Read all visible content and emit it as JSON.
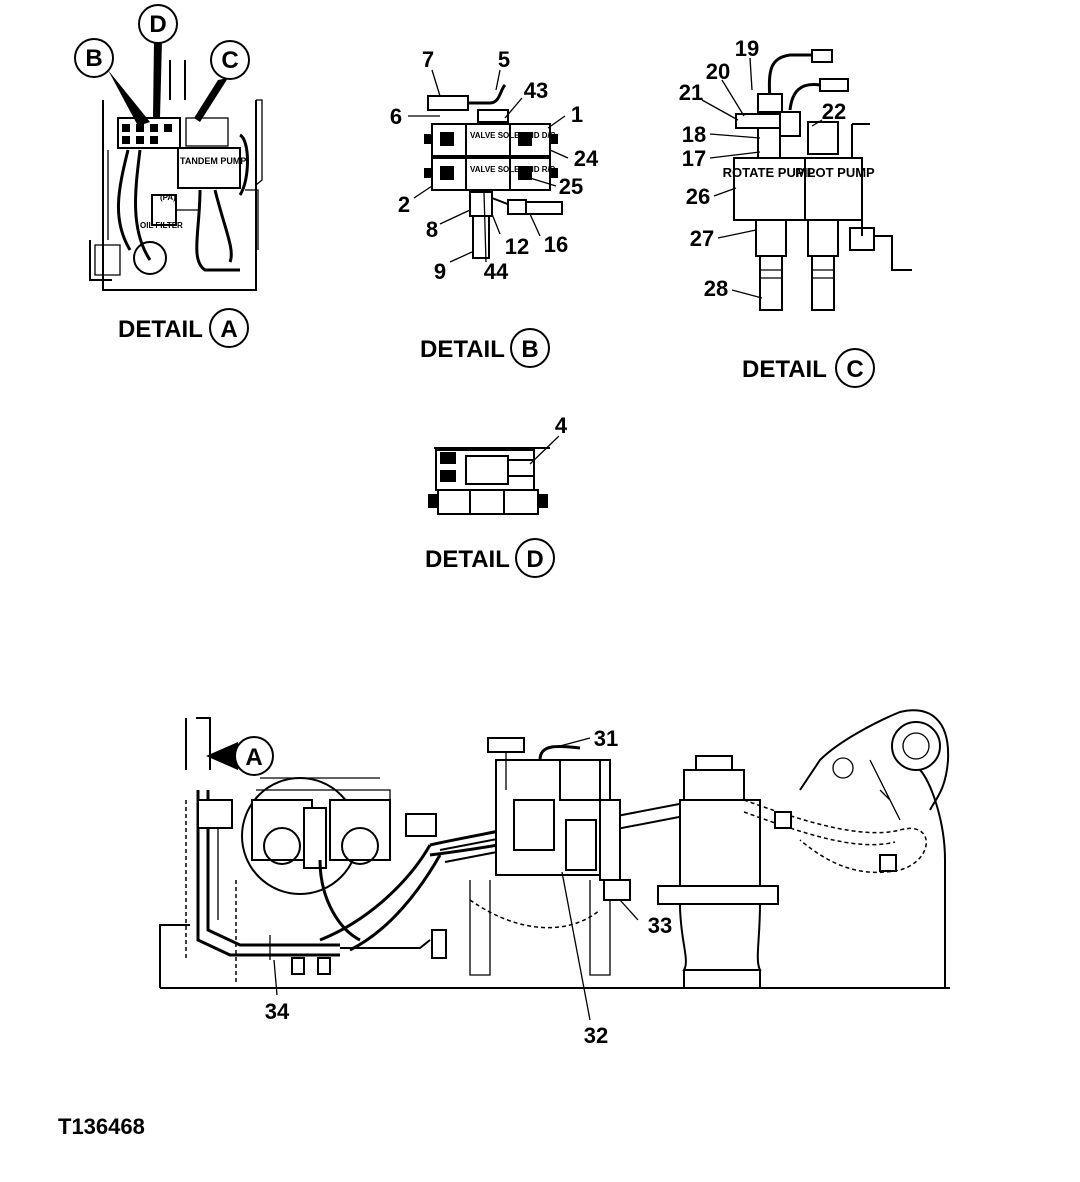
{
  "figure_id": "T136468",
  "details": {
    "a": {
      "word": "DETAIL",
      "letter": "A"
    },
    "b": {
      "word": "DETAIL",
      "letter": "B"
    },
    "c": {
      "word": "DETAIL",
      "letter": "C"
    },
    "d": {
      "word": "DETAIL",
      "letter": "D"
    }
  },
  "detail_a_callouts": {
    "b": "B",
    "d": "D",
    "c": "C"
  },
  "detail_a_labels": {
    "tandem": "TANDEM PUMP",
    "filter": "OIL FILTER",
    "pa": "(PA)"
  },
  "detail_b_callouts": [
    "7",
    "5",
    "43",
    "1",
    "6",
    "24",
    "25",
    "2",
    "8",
    "16",
    "12",
    "9",
    "44"
  ],
  "detail_b_labels": {
    "upper_valve": "VALVE SOLENOID D/C",
    "lower_valve": "VALVE SOLENOID R/P"
  },
  "detail_c_callouts": [
    "19",
    "20",
    "21",
    "22",
    "18",
    "17",
    "26",
    "27",
    "28"
  ],
  "detail_c_labels": {
    "rotate_pump": "ROTATE PUMP",
    "pilot_pump": "PILOT PUMP"
  },
  "detail_d_callouts": [
    "4"
  ],
  "main_callouts": {
    "a": "A",
    "n31": "31",
    "n33": "33",
    "n32": "32",
    "n34": "34"
  }
}
